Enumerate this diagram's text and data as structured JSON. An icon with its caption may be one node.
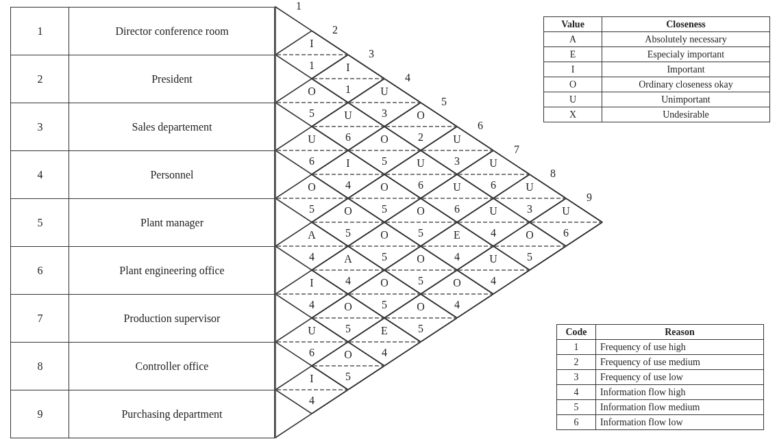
{
  "diagram": {
    "nodes": [
      {
        "text": [
          "1",
          "Director conference room"
        ]
      },
      {
        "text": [
          "2",
          "President"
        ]
      },
      {
        "text": [
          "3",
          "Sales departement"
        ]
      },
      {
        "text": [
          "4",
          "Personnel"
        ]
      },
      {
        "text": [
          "5",
          "Plant manager"
        ]
      },
      {
        "text": [
          "6",
          "Plant engineering office"
        ]
      },
      {
        "text": [
          "7",
          "Production supervisor"
        ]
      },
      {
        "text": [
          "8",
          "Controller office"
        ]
      },
      {
        "text": [
          "9",
          "Purchasing department"
        ]
      },
      {
        "text": [
          "I",
          "1"
        ]
      },
      {
        "text": [
          "I",
          "1"
        ]
      },
      {
        "text": [
          "O",
          "5"
        ]
      },
      {
        "text": [
          "U",
          "3"
        ]
      },
      {
        "text": [
          "U",
          "6"
        ]
      },
      {
        "text": [
          "O",
          "2"
        ]
      },
      {
        "text": [
          "U",
          "6"
        ]
      },
      {
        "text": [
          "O",
          "5"
        ]
      },
      {
        "text": [
          "U",
          "3"
        ]
      },
      {
        "text": [
          "I",
          "4"
        ]
      },
      {
        "text": [
          "U",
          "6"
        ]
      },
      {
        "text": [
          "U",
          "6"
        ]
      },
      {
        "text": [
          "O",
          "5"
        ]
      },
      {
        "text": [
          "O",
          "5"
        ]
      },
      {
        "text": [
          "U",
          "6"
        ]
      },
      {
        "text": [
          "U",
          "3"
        ]
      },
      {
        "text": [
          "O",
          "5"
        ]
      },
      {
        "text": [
          "O",
          "5"
        ]
      },
      {
        "text": [
          "U",
          "4"
        ]
      },
      {
        "text": [
          "U",
          "6"
        ]
      },
      {
        "text": [
          "A",
          "4"
        ]
      },
      {
        "text": [
          "O",
          "5"
        ]
      },
      {
        "text": [
          "E",
          "4"
        ]
      },
      {
        "text": [
          "O",
          "5"
        ]
      },
      {
        "text": [
          "A",
          "4"
        ]
      },
      {
        "text": [
          "O",
          "5"
        ]
      },
      {
        "text": [
          "U",
          "4"
        ]
      },
      {
        "text": [
          "I",
          "4"
        ]
      },
      {
        "text": [
          "O",
          "5"
        ]
      },
      {
        "text": [
          "O",
          "4"
        ]
      },
      {
        "text": [
          "O",
          "5"
        ]
      },
      {
        "text": [
          "O",
          "5"
        ]
      },
      {
        "text": [
          "U",
          "6"
        ]
      },
      {
        "text": [
          "E",
          "4"
        ]
      },
      {
        "text": [
          "O",
          "5"
        ]
      },
      {
        "text": [
          "I",
          "4"
        ]
      }
    ],
    "labels": [
      "1",
      "2",
      "3",
      "4",
      "5",
      "6",
      "7",
      "8",
      "9",
      "Value",
      "Closeness",
      "A",
      "Absolutely necessary",
      "E",
      "Especialy important",
      "I",
      "Important",
      "O",
      "Ordinary closeness okay",
      "U",
      "Unimportant",
      "X",
      "Undesirable",
      "Code",
      "Reason",
      "1",
      "Frequency of use high",
      "2",
      "Frequency of use medium",
      "3",
      "Frequency of use low",
      "4",
      "Information flow high",
      "5",
      "Information flow medium",
      "6",
      "Information flow low"
    ]
  }
}
